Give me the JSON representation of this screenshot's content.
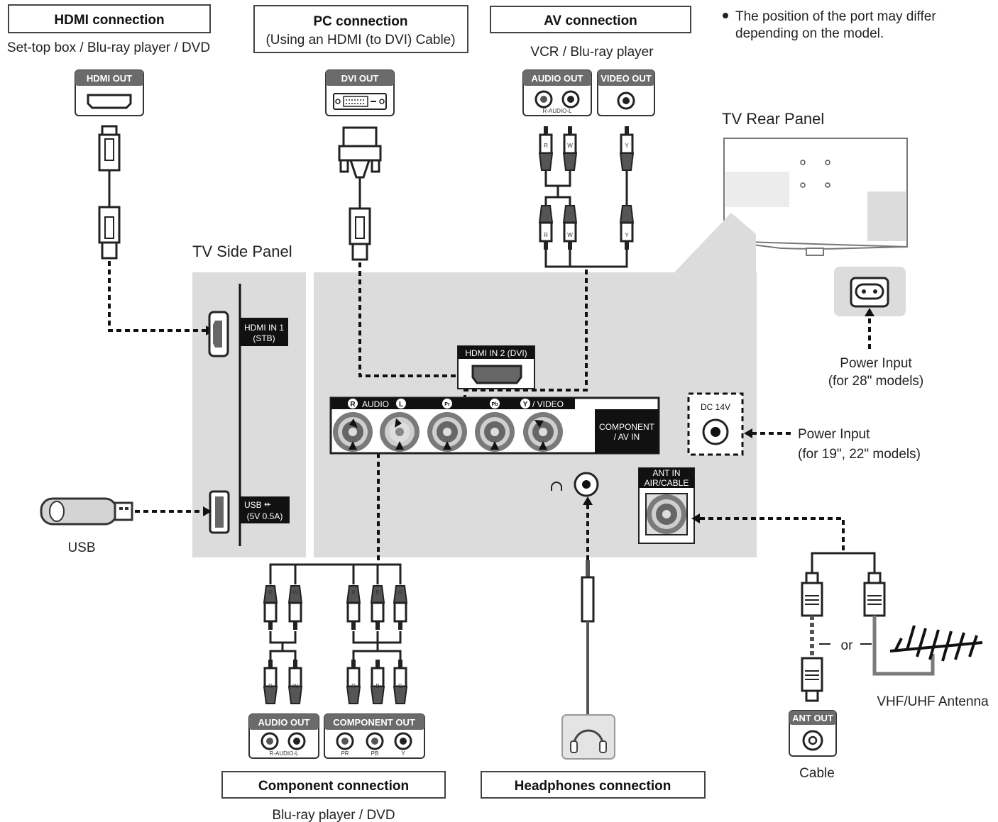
{
  "note": {
    "line1": "The position of the port may differ",
    "line2": "depending on the model."
  },
  "hdmi_connection": {
    "title": "HDMI connection",
    "subtitle": "Set-top box / Blu-ray player / DVD",
    "port": "HDMI OUT"
  },
  "pc_connection": {
    "title": "PC connection",
    "subtitle": "(Using an HDMI (to DVI) Cable)",
    "port": "DVI OUT"
  },
  "av_connection": {
    "title": "AV connection",
    "subtitle": "VCR / Blu-ray player",
    "audio_port": "AUDIO OUT",
    "audio_sub": "R-AUDIO-L",
    "video_port": "VIDEO OUT"
  },
  "tv_rear_panel": {
    "title": "TV Rear Panel",
    "power_label1": "Power Input",
    "power_label2": "(for 28\" models)"
  },
  "tv_side_panel": {
    "title": "TV Side Panel",
    "hdmi_in1": "HDMI IN 1",
    "hdmi_in1_sub": "(STB)",
    "usb_port": "USB",
    "usb_sub": "(5V 0.5A)"
  },
  "main_panel": {
    "hdmi_in2": "HDMI IN 2 (DVI)",
    "audio_label": "AUDIO",
    "r_letter": "R",
    "l_letter": "L",
    "pr": "Pr",
    "pb": "Pb",
    "y_letter": "Y",
    "video_label": "/ VIDEO",
    "component_label1": "COMPONENT",
    "component_label2": "/ AV IN",
    "dc_label": "DC 14V",
    "dc_power1": "Power Input",
    "dc_power2": "(for 19\", 22\" models)",
    "ant_in1": "ANT IN",
    "ant_in2": "AIR/CABLE"
  },
  "usb": {
    "label": "USB"
  },
  "plug_letters": {
    "r": "R",
    "w": "W",
    "y": "Y",
    "b": "B",
    "g": "G"
  },
  "component_connection": {
    "title": "Component connection",
    "subtitle": "Blu-ray player / DVD",
    "audio_port": "AUDIO OUT",
    "audio_sub": "R-AUDIO-L",
    "component_port": "COMPONENT OUT",
    "pr": "PR",
    "pb": "PB",
    "y": "Y"
  },
  "headphones_connection": {
    "title": "Headphones connection"
  },
  "antenna": {
    "or": "or",
    "antenna_label": "VHF/UHF Antenna",
    "ant_out": "ANT OUT",
    "cable_label": "Cable"
  }
}
